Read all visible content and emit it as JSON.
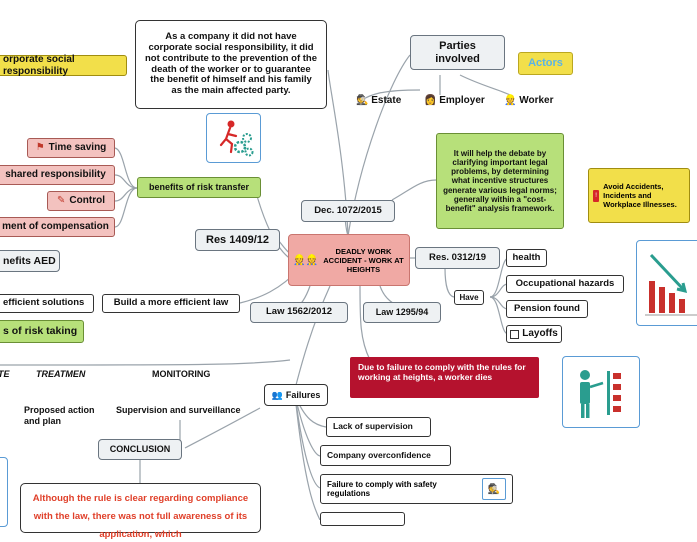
{
  "central": {
    "title": "DEADLY WORK ACCIDENT - WORK AT HEIGHTS"
  },
  "top_note": "As a company it did not have corporate social responsibility, it did not contribute to the prevention of the death of the worker or to guarantee the benefit of himself and his family as the main affected party.",
  "parties": {
    "title": "Parties involved",
    "actors": "Actors",
    "estate": "Estate",
    "employer": "Employer",
    "worker": "Worker"
  },
  "left_nodes": {
    "csr": "orporate social responsibility",
    "time_saving": "Time saving",
    "shared_resp": "shared responsibility",
    "control": "Control",
    "compensation": "ment of compensation",
    "benefits_risk_transfer": "benefits of risk transfer",
    "benefits_aed": "nefits AED",
    "efficient_solutions": "efficient solutions",
    "build_efficient_law": "Build a more efficient law",
    "risk_taking": "s of risk taking"
  },
  "laws": {
    "dec": "Dec. 1072/2015",
    "res1409": "Res 1409/12",
    "res0312": "Res.  0312/19",
    "law1562": "Law 1562/2012",
    "law1295": "Law 1295/94"
  },
  "debate_note": "It will help the debate by clarifying important legal problems, by determining what incentive structures generate various legal norms; generally within a \"cost-benefit\" analysis framework.",
  "avoid_note": "Avoid Accidents, Incidents and Workplace Illnesses.",
  "have": {
    "label": "Have",
    "health": "health",
    "occupational": "Occupational hazards",
    "pension": "Pension found",
    "layoffs": "Layoffs"
  },
  "failure_note": "Due to failure to comply with the rules for working at heights, a worker dies",
  "failures": {
    "title": "Failures",
    "items": [
      "Lack of supervision",
      "Company overconfidence",
      "Failure to comply with safety regulations"
    ]
  },
  "headers": {
    "h1": "TE",
    "h2": "TREATMEN",
    "h3": "MONITORING"
  },
  "proposed": "Proposed action and plan",
  "supervision": "Supervision and surveillance",
  "conclusion": {
    "title": "CONCLUSION",
    "text": "Although the rule is clear regarding compliance with the law, there was not full awareness of its application, which"
  },
  "colors": {
    "red_note": "#b5122e",
    "center": "#f0a9a4",
    "green": "#b7e07a",
    "yellow": "#f2df4a",
    "pink": "#f3c2bf",
    "conclusion_text": "#e0402a"
  }
}
